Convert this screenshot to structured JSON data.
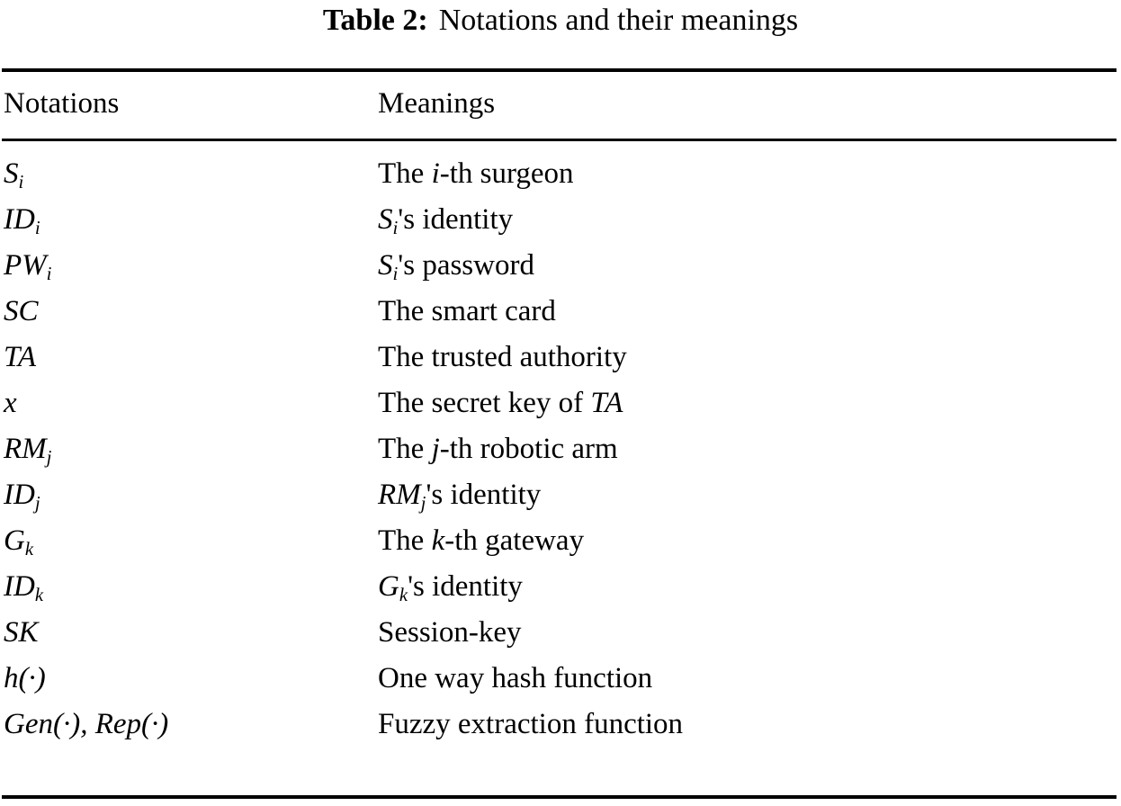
{
  "caption": {
    "label": "Table 2:",
    "text": "Notations and their meanings"
  },
  "columns": {
    "notations_header": "Notations",
    "meanings_header": "Meanings"
  },
  "rows": [
    {
      "notation": "Sᵢ",
      "notation_base": "S",
      "notation_sub": "i",
      "meaning": "The i-th surgeon"
    },
    {
      "notation": "IDᵢ",
      "notation_base": "ID",
      "notation_sub": "i",
      "meaning": "Sᵢ's identity"
    },
    {
      "notation": "PWᵢ",
      "notation_base": "PW",
      "notation_sub": "i",
      "meaning": "Sᵢ's password"
    },
    {
      "notation": "SC",
      "notation_base": "SC",
      "notation_sub": "",
      "meaning": "The smart card"
    },
    {
      "notation": "TA",
      "notation_base": "TA",
      "notation_sub": "",
      "meaning": "The trusted authority"
    },
    {
      "notation": "x",
      "notation_base": "x",
      "notation_sub": "",
      "meaning": "The secret key of TA"
    },
    {
      "notation": "RMⱼ",
      "notation_base": "RM",
      "notation_sub": "j",
      "meaning": "The j-th robotic arm"
    },
    {
      "notation": "IDⱼ",
      "notation_base": "ID",
      "notation_sub": "j",
      "meaning": "RMⱼ's identity"
    },
    {
      "notation": "Gₖ",
      "notation_base": "G",
      "notation_sub": "k",
      "meaning": "The k-th gateway"
    },
    {
      "notation": "IDₖ",
      "notation_base": "ID",
      "notation_sub": "k",
      "meaning": "Gₖ's identity"
    },
    {
      "notation": "SK",
      "notation_base": "SK",
      "notation_sub": "",
      "meaning": "Session-key"
    },
    {
      "notation": "h(·)",
      "notation_base": "h(·)",
      "notation_sub": "",
      "meaning": "One way hash function"
    },
    {
      "notation": "Gen(·), Rep(·)",
      "notation_base": "Gen(·), Rep(·)",
      "notation_sub": "",
      "meaning": "Fuzzy extraction function"
    }
  ],
  "style": {
    "text_color": "#000000",
    "background": "#ffffff",
    "rule_color": "#000000"
  }
}
